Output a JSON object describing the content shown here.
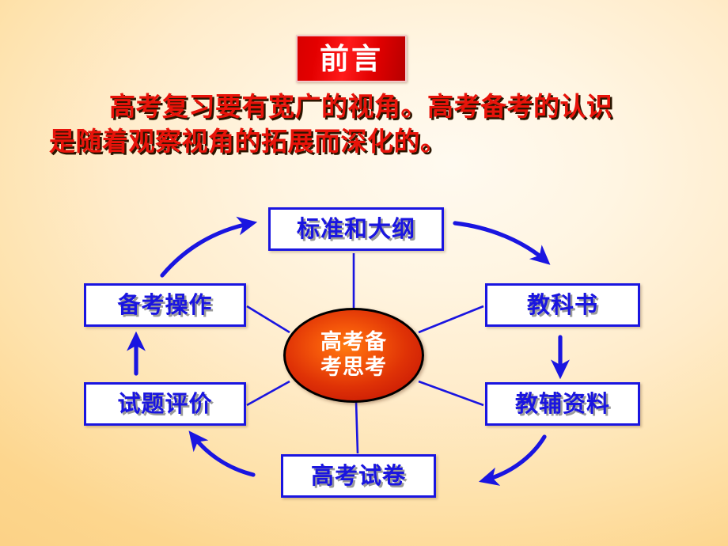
{
  "slide": {
    "title_badge": "前言",
    "body_line_1": "高考复习要有宽广的视角。高考备考的认识",
    "body_line_2": "是随着观察视角的拓展而深化的。"
  },
  "colors": {
    "badge_red": "#e40000",
    "body_text_red": "#e8130a",
    "body_text_shadow": "#2b1500",
    "node_blue": "#1a15e0",
    "node_fill": "#ffffff",
    "arrow_blue": "#1a15e0",
    "center_circle_red": "#df3206",
    "center_text": "#ffffff",
    "background_amber": "#fbd083",
    "background_cream": "#fffaf0"
  },
  "diagram": {
    "type": "hub-and-spoke-cycle",
    "center": {
      "line_1": "高考备",
      "line_2": "考思考"
    },
    "nodes": [
      {
        "id": "top",
        "label": "标准和大纲",
        "position": "top"
      },
      {
        "id": "right-up",
        "label": "教科书",
        "position": "right-upper"
      },
      {
        "id": "right-down",
        "label": "教辅资料",
        "position": "right-lower"
      },
      {
        "id": "bottom",
        "label": "高考试卷",
        "position": "bottom"
      },
      {
        "id": "left-down",
        "label": "试题评价",
        "position": "left-lower"
      },
      {
        "id": "left-up",
        "label": "备考操作",
        "position": "left-upper"
      }
    ],
    "cycle_arrows": [
      {
        "from": "标准和大纲",
        "to": "教科书",
        "shape": "curved"
      },
      {
        "from": "教科书",
        "to": "教辅资料",
        "shape": "straight-down"
      },
      {
        "from": "教辅资料",
        "to": "高考试卷",
        "shape": "curved"
      },
      {
        "from": "高考试卷",
        "to": "试题评价",
        "shape": "curved"
      },
      {
        "from": "试题评价",
        "to": "备考操作",
        "shape": "straight-up"
      },
      {
        "from": "备考操作",
        "to": "标准和大纲",
        "shape": "curved"
      }
    ]
  }
}
